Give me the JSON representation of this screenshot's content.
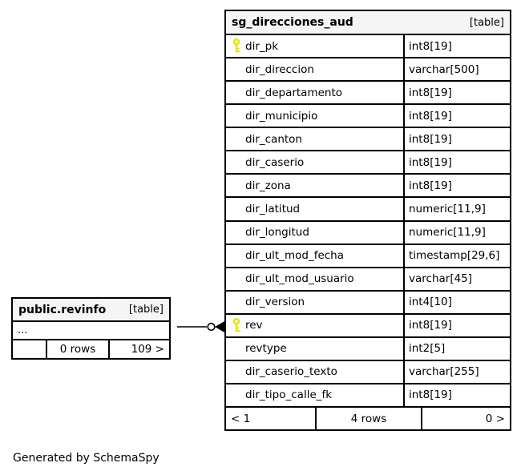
{
  "page": {
    "generated_by": "Generated by SchemaSpy"
  },
  "colors": {
    "header_bg": "#f5f5f5",
    "border": "#000000",
    "primary_key_yellow": "#e4e400",
    "background": "#ffffff"
  },
  "main_table": {
    "title": "sg_direcciones_aud",
    "badge": "[table]",
    "columns": [
      {
        "name": "dir_pk",
        "type": "int8[19]",
        "primary_key": true
      },
      {
        "name": "dir_direccion",
        "type": "varchar[500]",
        "primary_key": false
      },
      {
        "name": "dir_departamento",
        "type": "int8[19]",
        "primary_key": false
      },
      {
        "name": "dir_municipio",
        "type": "int8[19]",
        "primary_key": false
      },
      {
        "name": "dir_canton",
        "type": "int8[19]",
        "primary_key": false
      },
      {
        "name": "dir_caserio",
        "type": "int8[19]",
        "primary_key": false
      },
      {
        "name": "dir_zona",
        "type": "int8[19]",
        "primary_key": false
      },
      {
        "name": "dir_latitud",
        "type": "numeric[11,9]",
        "primary_key": false
      },
      {
        "name": "dir_longitud",
        "type": "numeric[11,9]",
        "primary_key": false
      },
      {
        "name": "dir_ult_mod_fecha",
        "type": "timestamp[29,6]",
        "primary_key": false
      },
      {
        "name": "dir_ult_mod_usuario",
        "type": "varchar[45]",
        "primary_key": false
      },
      {
        "name": "dir_version",
        "type": "int4[10]",
        "primary_key": false
      },
      {
        "name": "rev",
        "type": "int8[19]",
        "primary_key": true
      },
      {
        "name": "revtype",
        "type": "int2[5]",
        "primary_key": false
      },
      {
        "name": "dir_caserio_texto",
        "type": "varchar[255]",
        "primary_key": false
      },
      {
        "name": "dir_tipo_calle_fk",
        "type": "int8[19]",
        "primary_key": false
      }
    ],
    "footer": {
      "left": "< 1",
      "center": "4 rows",
      "right": "0 >"
    }
  },
  "related_table": {
    "title": "public.revinfo",
    "badge": "[table]",
    "ellipsis": "...",
    "footer": {
      "left": "",
      "center": "0 rows",
      "right": "109 >"
    }
  },
  "relationship": {
    "from": "public.revinfo",
    "to_column": "rev"
  }
}
